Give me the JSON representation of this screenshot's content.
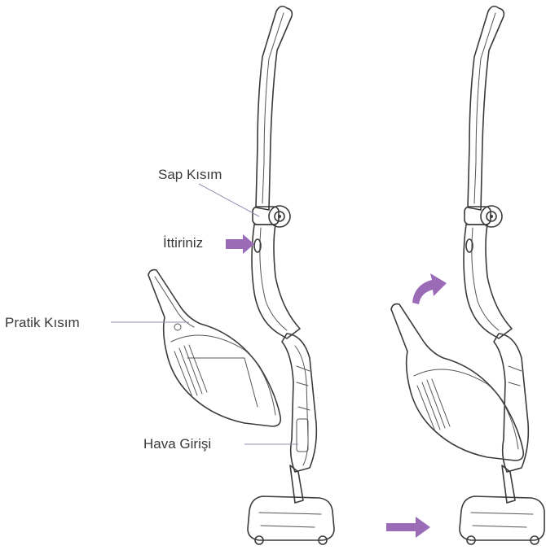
{
  "colors": {
    "accent": "#9b6bb8",
    "ink": "#3b3b3b",
    "label": "#3a3a3a"
  },
  "labels": {
    "handle": "Sap Kısım",
    "push": "İttiriniz",
    "handheld": "Pratik Kısım",
    "air_inlet": "Hava Girişi"
  },
  "icons": [
    "push-arrow-icon",
    "curved-arrow-icon",
    "right-arrow-icon"
  ]
}
